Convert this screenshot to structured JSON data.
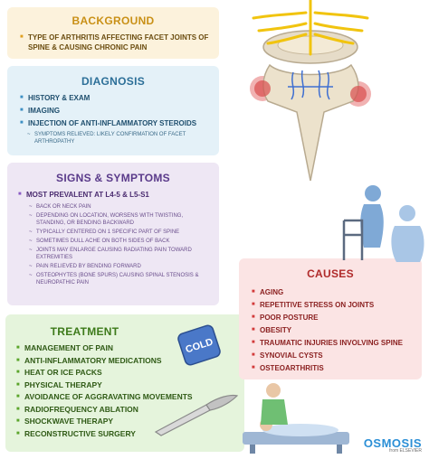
{
  "background": {
    "title": "BACKGROUND",
    "items": [
      "TYPE of ARTHRITIS affecting FACET JOINTS of SPINE & CAUSING CHRONIC PAIN"
    ]
  },
  "diagnosis": {
    "title": "DIAGNOSIS",
    "items": [
      "HISTORY & EXAM",
      "IMAGING",
      "INJECTION of ANTI-INFLAMMATORY STEROIDS"
    ],
    "sub": "SYMPTOMS RELIEVED: LIKELY CONFIRMATION of FACET ARTHROPATHY"
  },
  "signs": {
    "title": "SIGNS & SYMPTOMS",
    "main": "MOST PREVALENT at L4-5 & L5-S1",
    "subs": [
      "BACK or NECK PAIN",
      "DEPENDING on LOCATION, WORSENS with TWISTING, STANDING, or BENDING BACKWARD",
      "TYPICALLY CENTERED on 1 SPECIFIC PART of SPINE",
      "SOMETIMES DULL ACHE on BOTH SIDES of BACK",
      "JOINTS MAY ENLARGE CAUSING RADIATING PAIN toward EXTREMITIES",
      "PAIN RELIEVED by BENDING FORWARD",
      "OSTEOPHYTES (BONE SPURS) CAUSING SPINAL STENOSIS & NEUROPATHIC PAIN"
    ]
  },
  "treatment": {
    "title": "TREATMENT",
    "items": [
      "MANAGEMENT of PAIN",
      "ANTI-INFLAMMATORY MEDICATIONS",
      "HEAT or ICE PACKS",
      "PHYSICAL THERAPY",
      "AVOIDANCE of AGGRAVATING MOVEMENTS",
      "RADIOFREQUENCY ABLATION",
      "SHOCKWAVE THERAPY",
      "RECONSTRUCTIVE SURGERY"
    ]
  },
  "causes": {
    "title": "CAUSES",
    "items": [
      "AGING",
      "REPETITIVE STRESS on JOINTS",
      "POOR POSTURE",
      "OBESITY",
      "TRAUMATIC INJURIES involving SPINE",
      "SYNOVIAL CYSTS",
      "OSTEOARTHRITIS"
    ]
  },
  "cold_pack_label": "COLD",
  "logo": {
    "word": "OSMOSIS",
    "sub": "from ELSEVIER"
  },
  "colors": {
    "background": "#fcf2dc",
    "diagnosis": "#e4f1f8",
    "signs": "#eee7f4",
    "treatment": "#e5f4dc",
    "causes": "#fbe4e4",
    "logo": "#2b8fd6"
  }
}
